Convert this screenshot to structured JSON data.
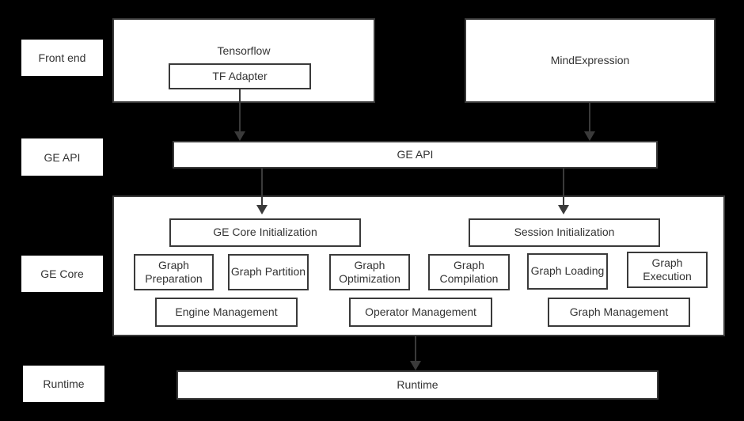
{
  "colors": {
    "background": "#000000",
    "box_fill": "#ffffff",
    "border": "#3a3a3a",
    "text": "#333333",
    "arrow": "#3a3a3a"
  },
  "side_labels": {
    "front_end": "Front end",
    "ge_api": "GE API",
    "ge_core": "GE Core",
    "runtime": "Runtime"
  },
  "front_end": {
    "tensorflow": "Tensorflow",
    "tf_adapter": "TF Adapter",
    "mind_expression": "MindExpression"
  },
  "ge_api": {
    "bar": "GE API"
  },
  "ge_core": {
    "ge_core_initialization": "GE Core Initialization",
    "session_initialization": "Session Initialization",
    "modules": [
      "Graph Preparation",
      "Graph Partition",
      "Graph Optimization",
      "Graph Compilation",
      "Graph Loading",
      "Graph Execution"
    ],
    "management": [
      "Engine Management",
      "Operator Management",
      "Graph Management"
    ]
  },
  "runtime": {
    "bar": "Runtime"
  }
}
